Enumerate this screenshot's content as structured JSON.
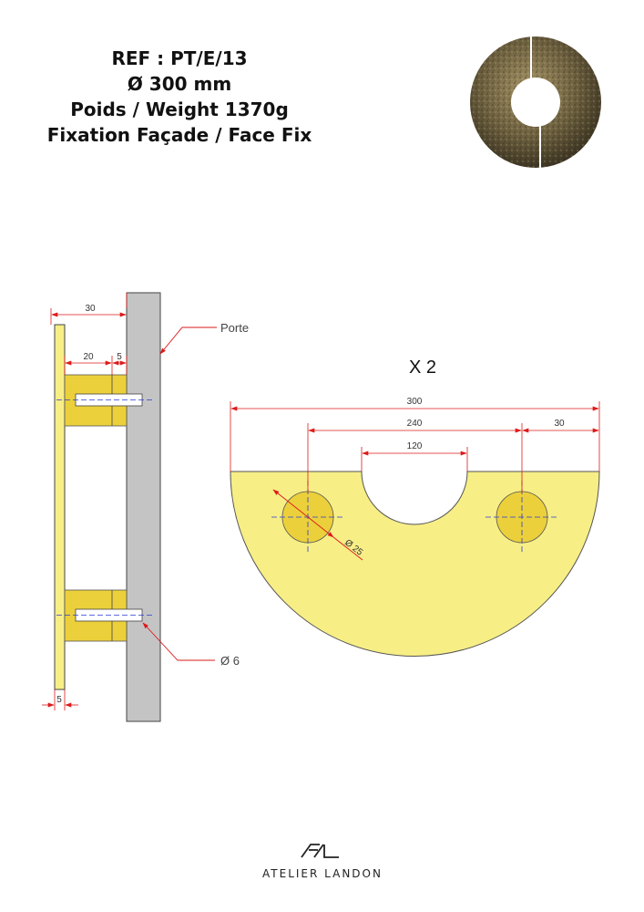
{
  "header": {
    "ref": "REF : PT/E/13",
    "diameter": "Ø 300 mm",
    "weight": "Poids / Weight 1370g",
    "fixation": "Fixation Façade / Face Fix"
  },
  "side_view": {
    "dim_30": "30",
    "dim_20": "20",
    "dim_5_top": "5",
    "dim_5_bottom": "5",
    "label_porte": "Porte",
    "label_screw": "Ø 6"
  },
  "front_view": {
    "quantity": "X 2",
    "dim_300": "300",
    "dim_240": "240",
    "dim_30": "30",
    "dim_120": "120",
    "hole_diameter": "Ø 25"
  },
  "logo": {
    "mark": "AL",
    "name": "ATELIER LANDON"
  },
  "colors": {
    "part_fill": "#f7ee86",
    "block_fill": "#ecd03b",
    "door_fill": "#c4c4c4",
    "dimension": "#dd1a1a",
    "centerline": "#2a3bd6"
  }
}
